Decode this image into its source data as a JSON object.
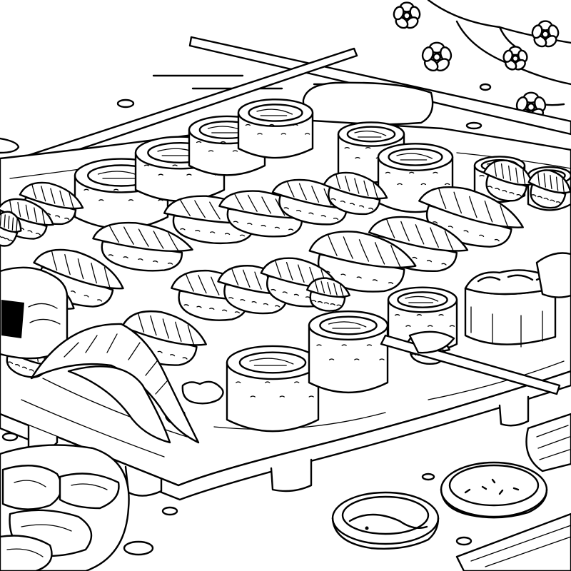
{
  "illustration": {
    "style": "line-art",
    "subject": "sushi-platter",
    "colors": {
      "ink": "#000000",
      "paper": "#ffffff"
    },
    "contents": {
      "maki_rolls": 11,
      "nigiri_pieces": 22,
      "gunkan": 2,
      "sauce_dishes": 2,
      "chopsticks_pairs": 2,
      "cherry_blossoms": 5
    }
  }
}
